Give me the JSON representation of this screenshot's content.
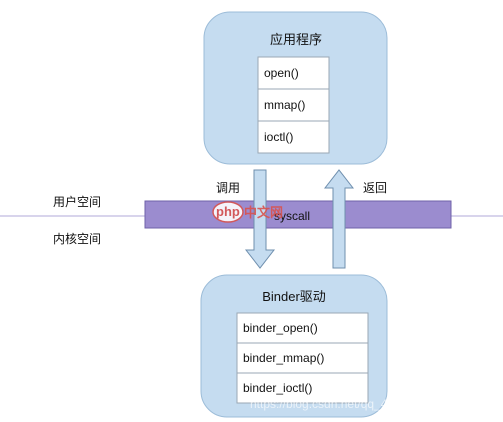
{
  "app_box": {
    "title": "应用程序",
    "items": [
      "open()",
      "mmap()",
      "ioctl()"
    ],
    "fill": "#c5dcf0",
    "stroke": "#9cbcd8"
  },
  "driver_box": {
    "title": "Binder驱动",
    "items": [
      "binder_open()",
      "binder_mmap()",
      "binder_ioctl()"
    ],
    "fill": "#c5dcf0",
    "stroke": "#9cbcd8"
  },
  "spaces": {
    "user_label": "用户空间",
    "kernel_label": "内核空间",
    "divider_color": "#b0a8d8"
  },
  "syscall_bar": {
    "label": "syscall",
    "fill": "#9b8ccf",
    "stroke": "#6f62a8"
  },
  "arrows": {
    "call_label": "调用",
    "return_label": "返回",
    "fill": "#c5dcf0",
    "stroke": "#6f8fae"
  },
  "watermark": {
    "php_text": "php",
    "cn_text": "中文网",
    "url_text": "https://blog.csdn.net/qq_45272690",
    "color": "#d9534f"
  }
}
